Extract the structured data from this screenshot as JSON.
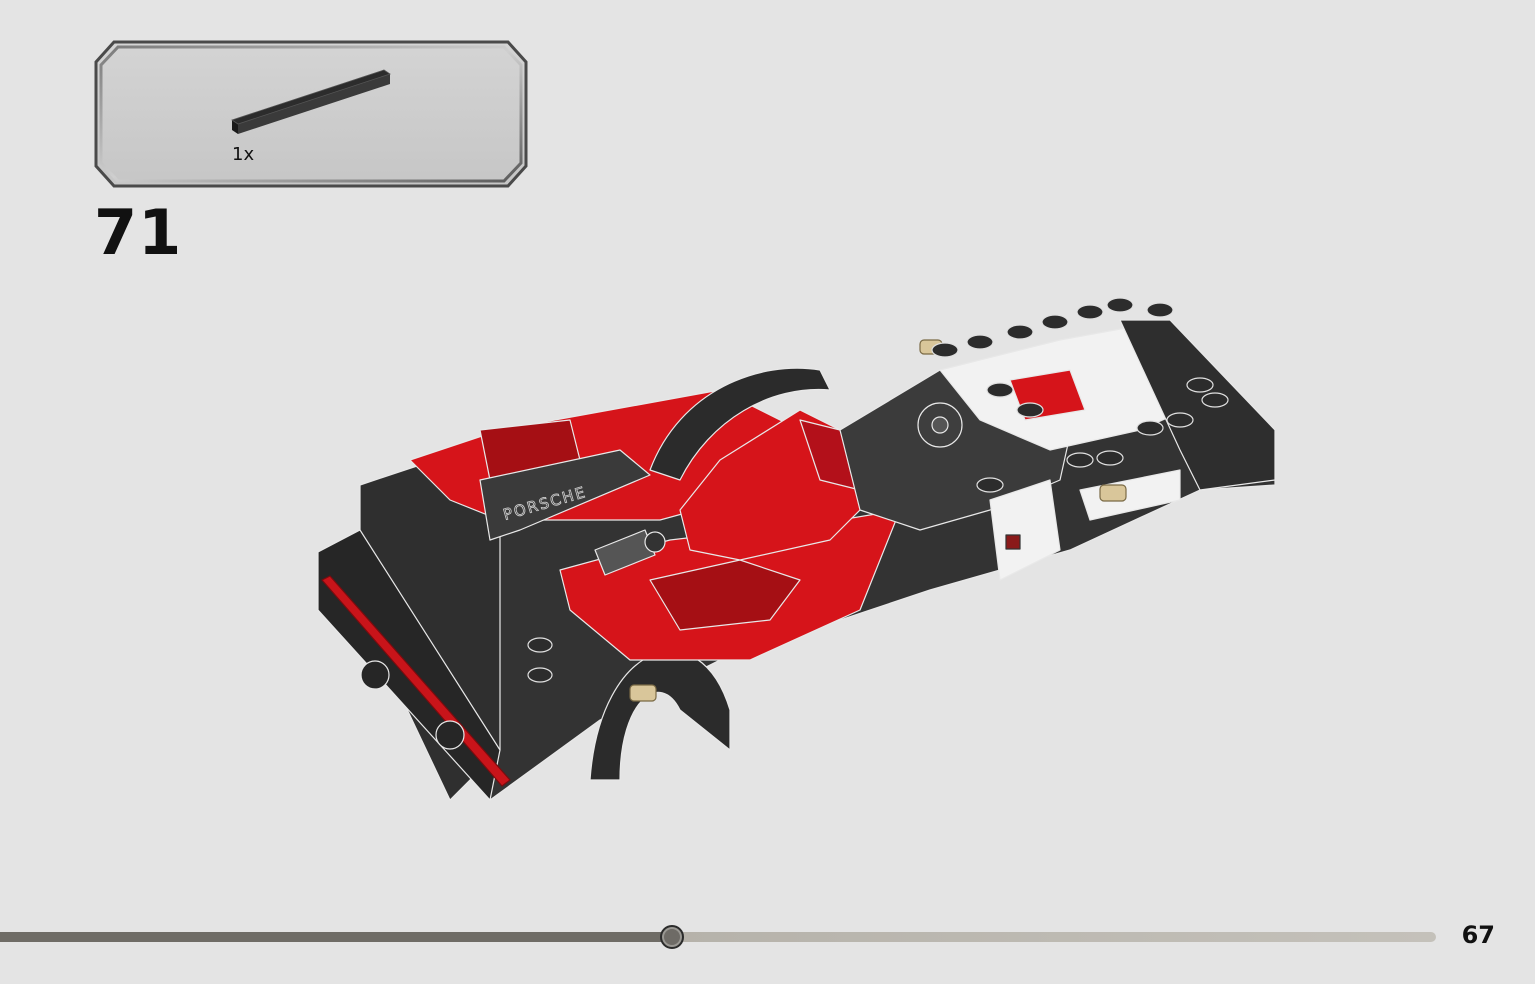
{
  "parts_callout": {
    "quantity": "1x",
    "part_icon": "dark-grey-long-flat-tile-icon"
  },
  "step": {
    "number": "71"
  },
  "model": {
    "brand_print": "PORSCHE",
    "colors": {
      "body_dark": "#333333",
      "body_red": "#d6141a",
      "accent_white": "#f2f2f2",
      "axle_tan": "#d9c69a"
    }
  },
  "progress": {
    "fraction": 0.468
  },
  "page": {
    "number": "67"
  },
  "colors": {
    "background": "#e4e4e4",
    "callout_fill": "#cdcdcd",
    "callout_border": "#555555",
    "progress_fill": "#6f6c66",
    "progress_track": "#bcb9b2"
  }
}
